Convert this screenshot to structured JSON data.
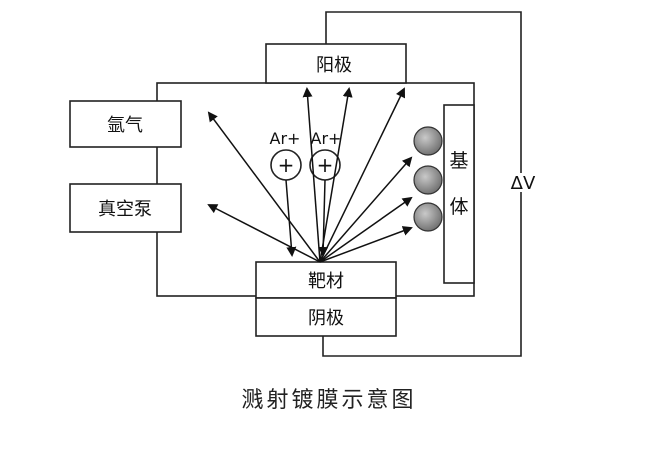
{
  "labels": {
    "anode": "阳极",
    "argon": "氩气",
    "vacuum_pump": "真空泵",
    "ion_1": "Ar+",
    "ion_2": "Ar+",
    "substrate_1": "基",
    "substrate_2": "体",
    "target": "靶材",
    "cathode": "阴极",
    "voltage": "ΔV",
    "ion_symbol_1": "+",
    "ion_symbol_2": "+"
  },
  "caption": "溅射镀膜示意图"
}
